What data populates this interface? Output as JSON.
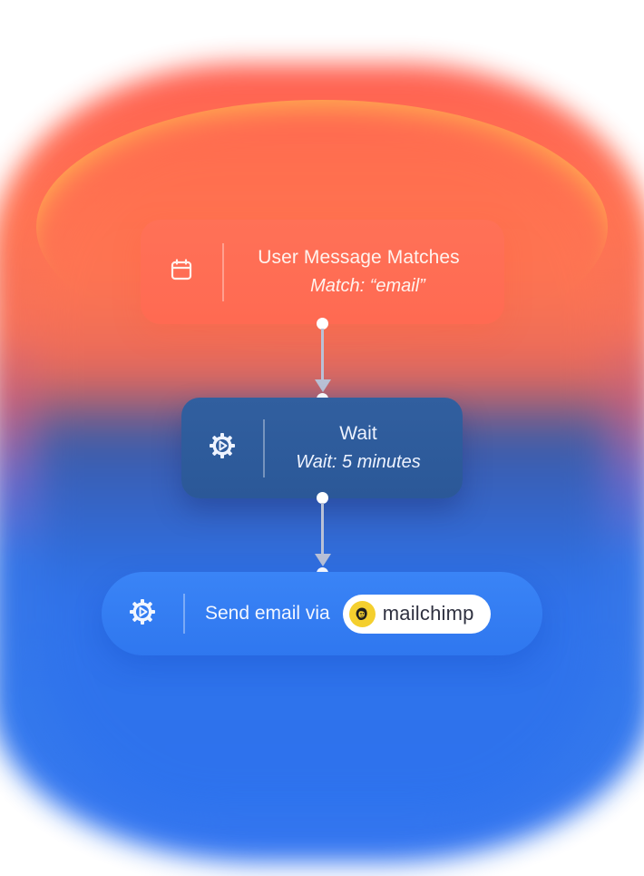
{
  "workflow": {
    "nodes": [
      {
        "type": "trigger",
        "icon": "calendar-icon",
        "title": "User Message Matches",
        "subtitle": "Match: “email”",
        "color": "#ff6d54"
      },
      {
        "type": "wait",
        "icon": "gear-play-icon",
        "title": "Wait",
        "subtitle": "Wait: 5 minutes",
        "color": "#2e5b9c"
      },
      {
        "type": "action",
        "icon": "gear-play-icon",
        "label": "Send email via",
        "integration": {
          "name": "mailchimp",
          "logo": "mailchimp-logo-icon",
          "logo_color": "#f4cf2e"
        },
        "color": "#337cf2"
      }
    ],
    "connectors": [
      {
        "from": 0,
        "to": 1
      },
      {
        "from": 1,
        "to": 2
      }
    ]
  },
  "colors": {
    "glow_top": "#ff6a4e",
    "glow_bottom": "#2d72ee",
    "connector": "#b9c1d6"
  }
}
